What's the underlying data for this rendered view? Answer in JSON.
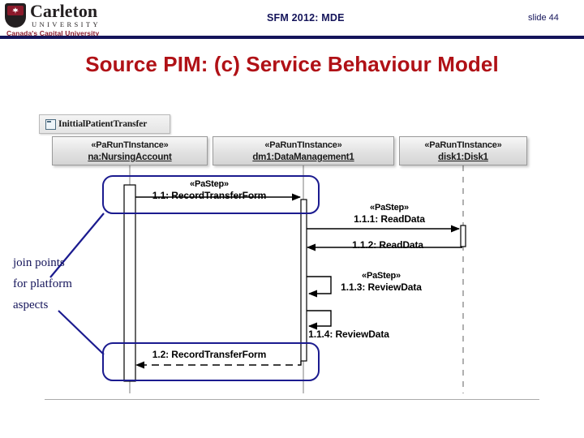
{
  "header": {
    "logo": {
      "wordmark": "Carleton",
      "university": "UNIVERSITY",
      "tagline": "Canada's Capital University",
      "shield_icon": "carleton-shield-icon"
    },
    "course": "SFM 2012: MDE",
    "slide_number": "slide 44"
  },
  "title": "Source PIM: (c) Service Behaviour Model",
  "colors": {
    "title_red": "#b01116",
    "header_navy": "#14145a",
    "join_blue": "#1b1b8f",
    "logo_maroon": "#8b1a2b",
    "lifeline_gray": "#9a9a9a"
  },
  "diagram": {
    "type": "uml-sequence-diagram",
    "frame": {
      "label": "InittialPatientTransfer",
      "icon": "interaction-frame-icon"
    },
    "lifelines": [
      {
        "stereotype": "«PaRunTInstance»",
        "name": "na:NursingAccount",
        "line_style": "solid"
      },
      {
        "stereotype": "«PaRunTInstance»",
        "name": "dm1:DataManagement1",
        "line_style": "solid"
      },
      {
        "stereotype": "«PaRunTInstance»",
        "name": "disk1:Disk1",
        "line_style": "dashed"
      }
    ],
    "messages": [
      {
        "id": "1.1",
        "stereotype": "«PaStep»",
        "label": "1.1: RecordTransferForm",
        "kind": "call",
        "from": "na",
        "to": "dm1"
      },
      {
        "id": "1.1.1",
        "stereotype": "«PaStep»",
        "label": "1.1.1: ReadData",
        "kind": "call",
        "from": "dm1",
        "to": "disk1"
      },
      {
        "id": "1.1.2",
        "stereotype": "",
        "label": "1.1.2: ReadData",
        "kind": "return",
        "from": "disk1",
        "to": "dm1"
      },
      {
        "id": "1.1.3",
        "stereotype": "«PaStep»",
        "label": "1.1.3: ReviewData",
        "kind": "self",
        "from": "dm1",
        "to": "dm1"
      },
      {
        "id": "1.1.4",
        "stereotype": "",
        "label": "1.1.4: ReviewData",
        "kind": "self-return",
        "from": "dm1",
        "to": "dm1"
      },
      {
        "id": "1.2",
        "stereotype": "",
        "label": "1.2: RecordTransferForm",
        "kind": "return",
        "from": "dm1",
        "to": "na"
      }
    ],
    "join_points": {
      "annotation": [
        "join points",
        "for platform",
        "aspects"
      ],
      "highlighted_messages": [
        "1.1: RecordTransferForm",
        "1.2: RecordTransferForm"
      ],
      "box_count": 2
    }
  }
}
